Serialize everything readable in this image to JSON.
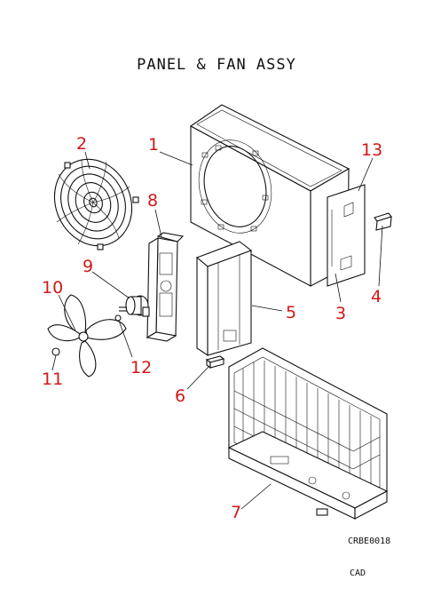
{
  "title": "PANEL & FAN ASSY",
  "drawing_code": "CRBE0018",
  "footer": "CAD",
  "callout_color": "#d01818",
  "parts": [
    {
      "label": "1",
      "name": "front-panel"
    },
    {
      "label": "2",
      "name": "fan-guard"
    },
    {
      "label": "3",
      "name": "side-panel"
    },
    {
      "label": "4",
      "name": "handle"
    },
    {
      "label": "5",
      "name": "partition-plate"
    },
    {
      "label": "6",
      "name": "cushion"
    },
    {
      "label": "7",
      "name": "base-pan"
    },
    {
      "label": "8",
      "name": "motor-bracket"
    },
    {
      "label": "9",
      "name": "fan-motor"
    },
    {
      "label": "10",
      "name": "propeller-fan"
    },
    {
      "label": "11",
      "name": "nut"
    },
    {
      "label": "12",
      "name": "washer"
    },
    {
      "label": "13",
      "name": "side-plate"
    }
  ]
}
